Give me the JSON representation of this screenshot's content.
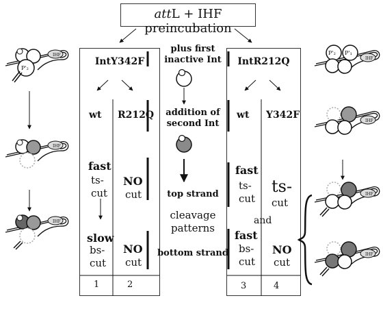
{
  "header": {
    "title_italic": "att",
    "title_rest": "L + IHF preincubation"
  },
  "left_panel": {
    "title": "IntY342F",
    "col1_header": "wt",
    "col2_header": "R212Q",
    "col1_top_bold": "fast",
    "col1_top_rest": "ts-\ncut",
    "col2_top_bold": "NO",
    "col2_top_rest": "cut",
    "col1_bottom_bold": "slow",
    "col1_bottom_rest": "bs-\ncut",
    "col2_bottom_bold": "NO",
    "col2_bottom_rest": "cut",
    "lane1": "1",
    "lane2": "2"
  },
  "middle": {
    "step1": "plus first\ninactive Int",
    "step2": "addition of\nsecond Int",
    "top_strand": "top strand",
    "cleavage": "cleavage\npatterns",
    "bottom_strand": "bottom strand"
  },
  "right_panel": {
    "title": "IntR212Q",
    "col1_header": "wt",
    "col2_header": "Y342F",
    "col1_top_bold": "fast",
    "col1_top_rest": "ts-\ncut",
    "col2_top_large": "ts-",
    "col2_top_rest": "cut",
    "and_label": "and",
    "col1_bottom_bold": "fast",
    "col1_bottom_rest": "bs-\ncut",
    "col2_bottom_bold": "NO",
    "col2_bottom_rest": "cut",
    "lane3": "3",
    "lane4": "4"
  },
  "side_labels": {
    "ihf": "IHF",
    "p2prime": "P'₂",
    "p1prime": "P'₁"
  }
}
